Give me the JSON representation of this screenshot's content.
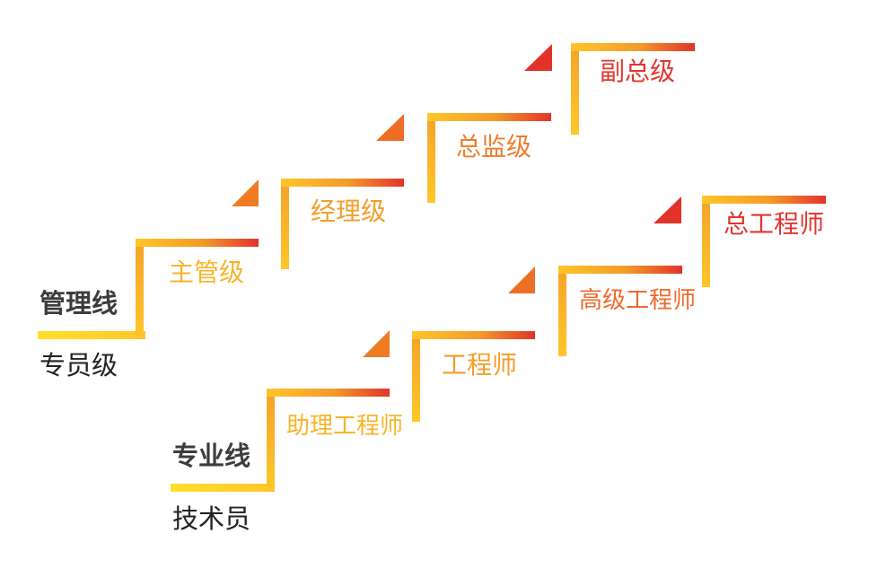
{
  "colors": {
    "yellow": "#FFC629",
    "orange": "#F28C28",
    "red": "#E2332A",
    "title_text": "#3C3C3C",
    "base_text": "#222222",
    "label_gradient": [
      "#F7B429",
      "#EF8A2C",
      "#E0312E"
    ]
  },
  "management_track": {
    "title": "管理线",
    "entry_level": "专员级",
    "steps": [
      "主管级",
      "经理级",
      "总监级",
      "副总级"
    ]
  },
  "professional_track": {
    "title": "专业线",
    "entry_level": "技术员",
    "steps": [
      "助理工程师",
      "工程师",
      "高级工程师",
      "总工程师"
    ]
  }
}
